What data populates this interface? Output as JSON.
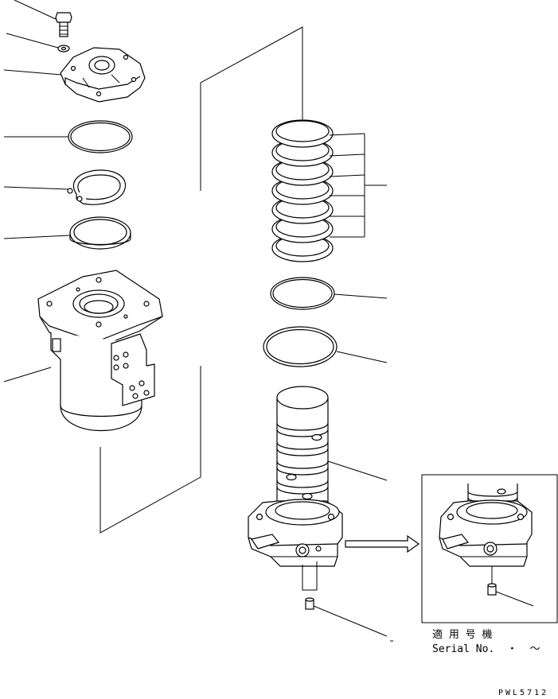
{
  "diagram": {
    "inset": {
      "serial_heading": "適 用 号 機",
      "serial_text": "Serial No.  ・  ～"
    },
    "drawing_code": "PWL5712",
    "colors": {
      "line": "#000000",
      "background": "#ffffff"
    }
  }
}
